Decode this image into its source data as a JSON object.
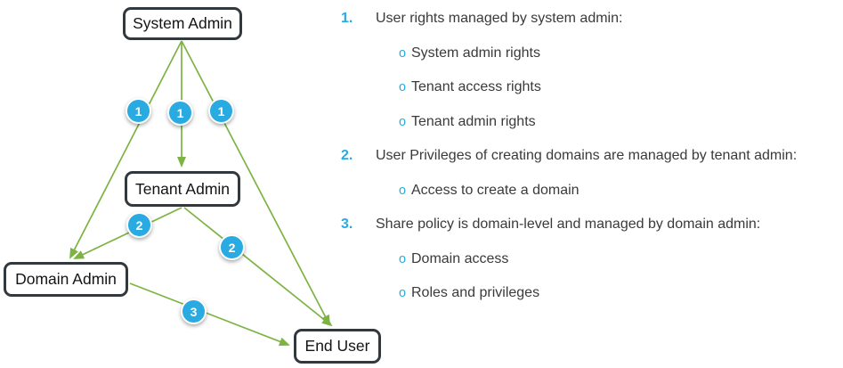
{
  "diagram": {
    "nodes": {
      "system_admin": {
        "label": "System Admin"
      },
      "tenant_admin": {
        "label": "Tenant Admin"
      },
      "domain_admin": {
        "label": "Domain Admin"
      },
      "end_user": {
        "label": "End User"
      }
    },
    "edges": [
      {
        "from": "System Admin",
        "to": "Domain Admin",
        "badge": "1"
      },
      {
        "from": "System Admin",
        "to": "Tenant Admin",
        "badge": "1"
      },
      {
        "from": "System Admin",
        "to": "End User",
        "badge": "1"
      },
      {
        "from": "Tenant Admin",
        "to": "Domain Admin",
        "badge": "2"
      },
      {
        "from": "Tenant Admin",
        "to": "End User",
        "badge": "2"
      },
      {
        "from": "Domain Admin",
        "to": "End User",
        "badge": "3"
      }
    ],
    "colors": {
      "arrow_green": "#7CB342",
      "badge_blue": "#29ABE2",
      "node_border": "#31383E",
      "text_gray": "#3A3A3A"
    }
  },
  "notes": {
    "bullet_char": "o",
    "items": [
      {
        "marker": "1.",
        "text": "User rights managed by system admin:",
        "sub": [
          "System admin rights",
          "Tenant access rights",
          "Tenant admin rights"
        ]
      },
      {
        "marker": "2.",
        "text": "User Privileges of creating domains are managed by tenant admin:",
        "sub": [
          "Access to create a domain"
        ]
      },
      {
        "marker": "3.",
        "text": "Share policy is domain-level and managed by domain admin:",
        "sub": [
          "Domain access",
          "Roles and privileges"
        ]
      }
    ]
  }
}
